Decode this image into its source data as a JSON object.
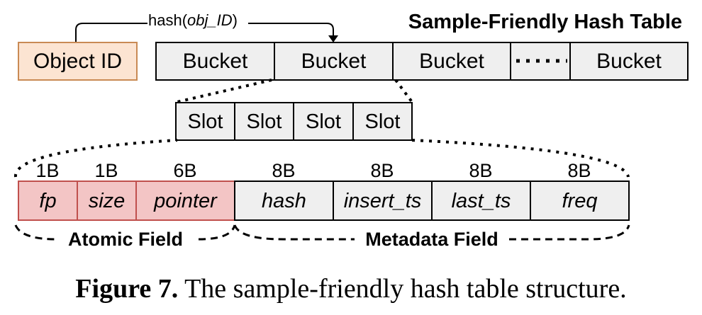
{
  "title": "Sample-Friendly Hash Table",
  "object_id": "Object ID",
  "hash_label": {
    "prefix": "hash(",
    "arg": "obj_ID",
    "suffix": ")"
  },
  "buckets": [
    "Bucket",
    "Bucket",
    "Bucket",
    "Bucket"
  ],
  "slots": [
    "Slot",
    "Slot",
    "Slot",
    "Slot"
  ],
  "fields": [
    {
      "name": "fp",
      "size": "1B",
      "group": "atomic"
    },
    {
      "name": "size",
      "size": "1B",
      "group": "atomic"
    },
    {
      "name": "pointer",
      "size": "6B",
      "group": "atomic"
    },
    {
      "name": "hash",
      "size": "8B",
      "group": "metadata"
    },
    {
      "name": "insert_ts",
      "size": "8B",
      "group": "metadata"
    },
    {
      "name": "last_ts",
      "size": "8B",
      "group": "metadata"
    },
    {
      "name": "freq",
      "size": "8B",
      "group": "metadata"
    }
  ],
  "groups": {
    "atomic": "Atomic Field",
    "metadata": "Metadata Field"
  },
  "caption": {
    "label": "Figure 7.",
    "text": "The sample-friendly hash table structure."
  },
  "colors": {
    "object_fill": "#fce4d2",
    "object_stroke": "#c98a54",
    "box_fill": "#efefef",
    "atomic_fill": "#f3c5c5",
    "atomic_stroke": "#c0504d"
  }
}
